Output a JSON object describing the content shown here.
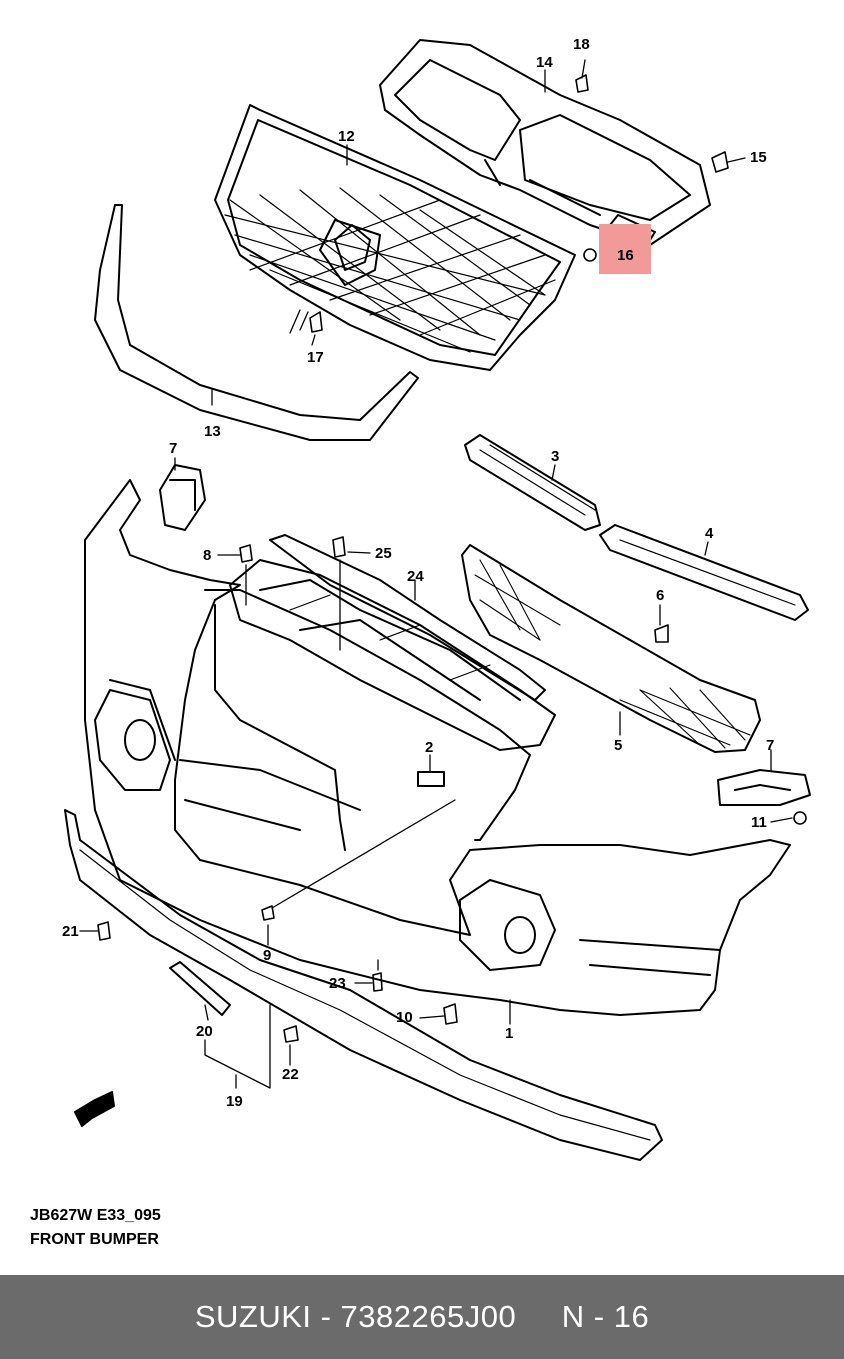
{
  "diagram": {
    "highlight_color": "#f29a9a",
    "line_color": "#000000",
    "highlighted_callout": "16",
    "callouts": [
      "1",
      "2",
      "3",
      "4",
      "5",
      "6",
      "7",
      "7",
      "8",
      "9",
      "10",
      "11",
      "12",
      "13",
      "14",
      "15",
      "16",
      "17",
      "18",
      "19",
      "20",
      "21",
      "22",
      "23",
      "24",
      "25"
    ]
  },
  "caption": {
    "code": "JB627W E33_095",
    "title": "FRONT BUMPER"
  },
  "footer": {
    "text": "SUZUKI - 7382265J00     N - 16",
    "background": "#6b6b6b"
  }
}
